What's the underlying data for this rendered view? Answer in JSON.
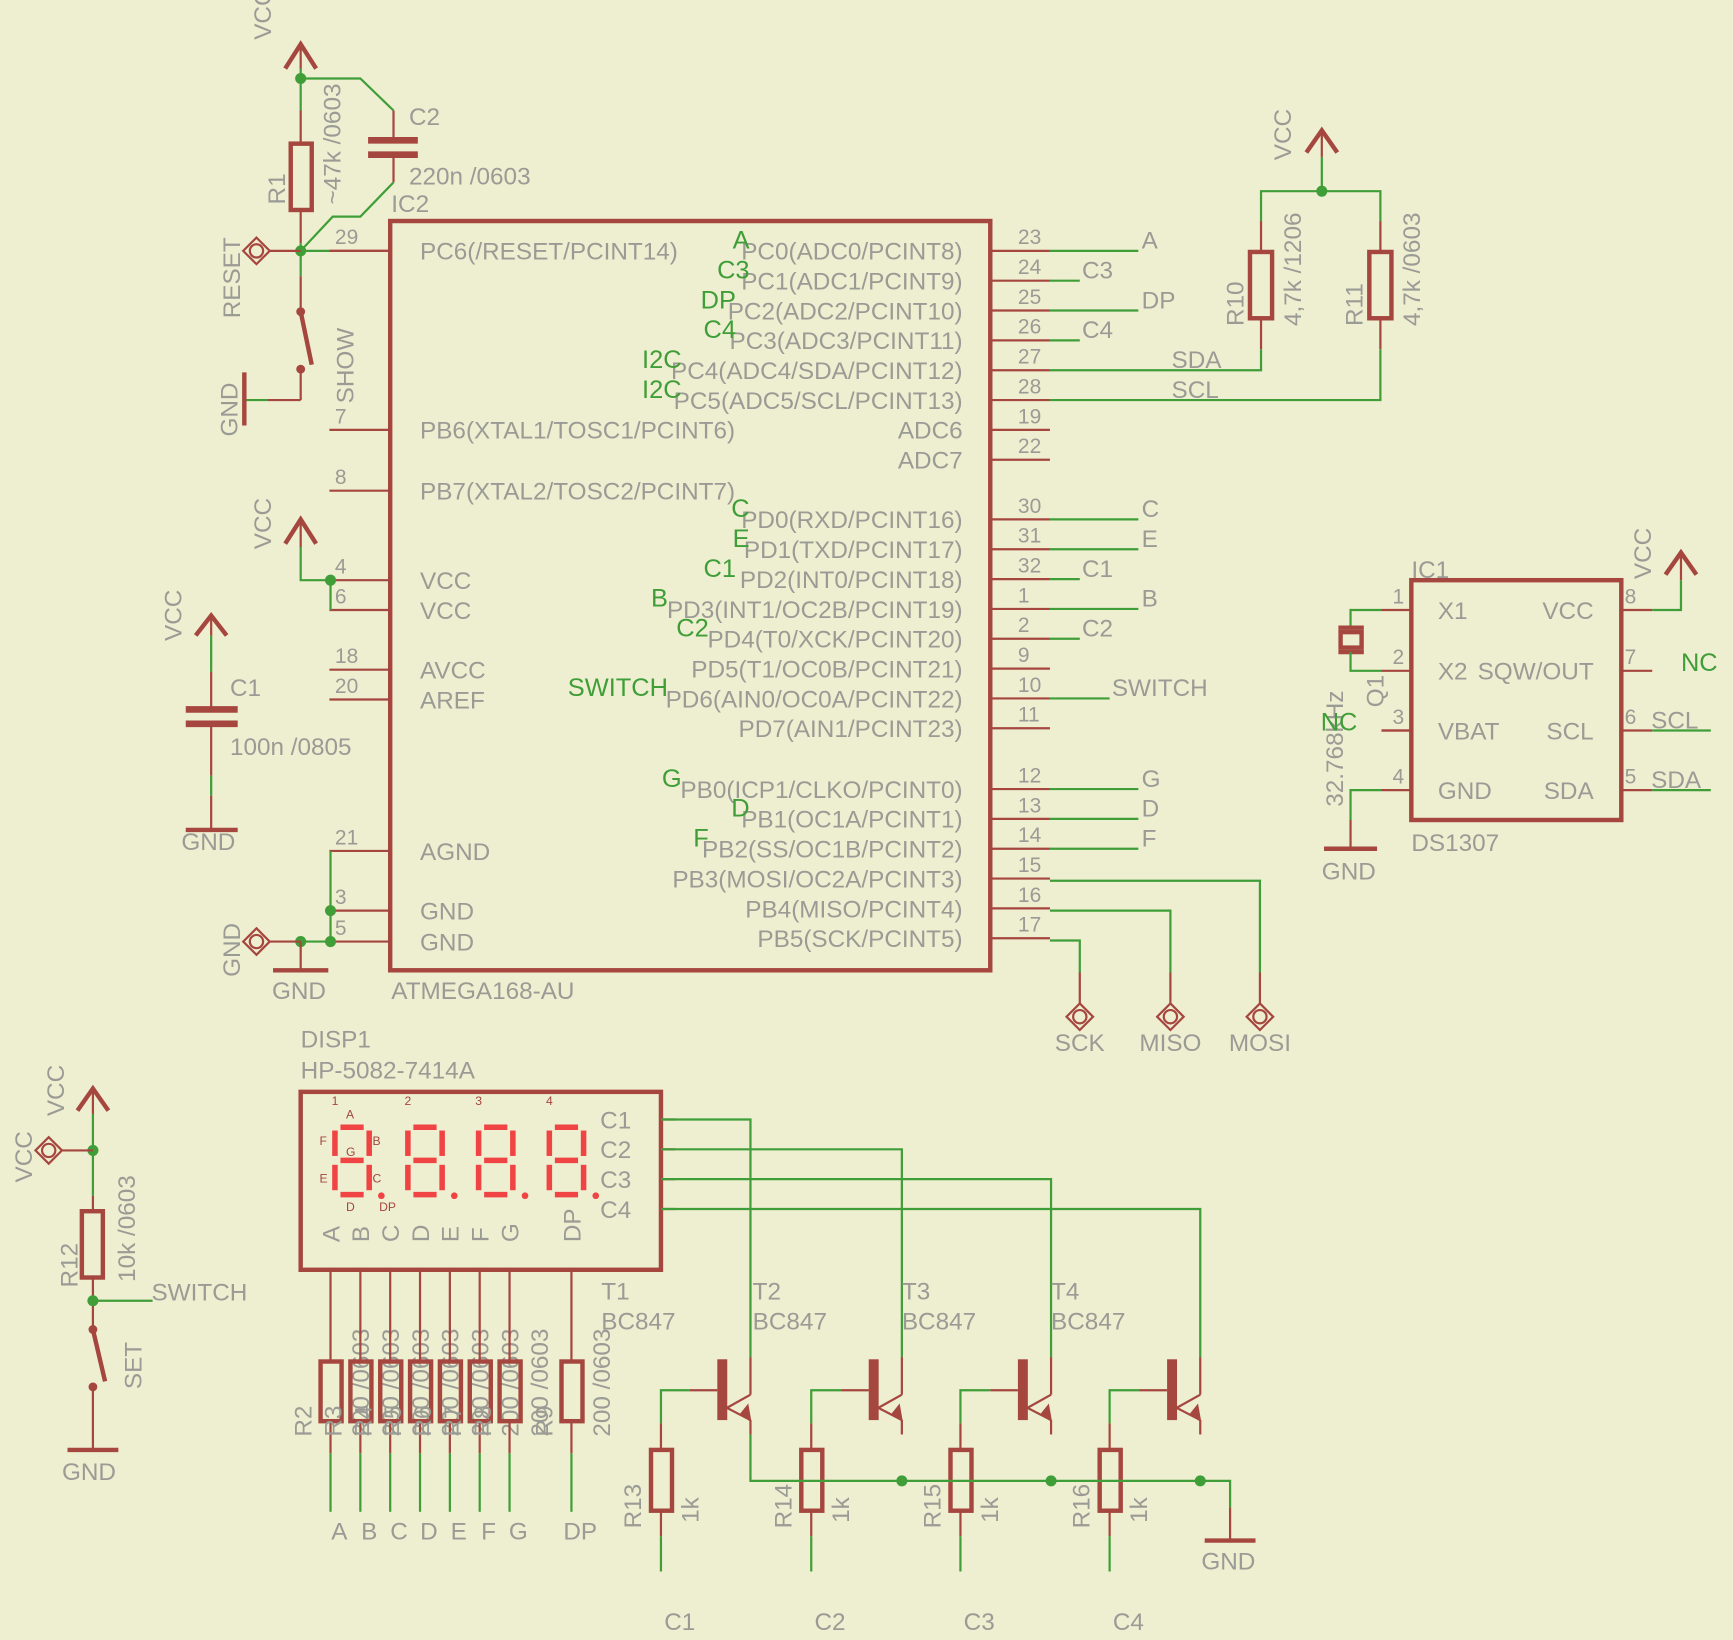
{
  "colors": {
    "background": "#EEEED0",
    "net_wire": "#3F9E38",
    "component_outline": "#A5463F",
    "label_text": "#9B9B96",
    "net_label_text": "#3F9E38",
    "display_segments": "#F04343"
  },
  "reset_circuit": {
    "vcc_label": "VCC",
    "r1_name": "R1",
    "r1_value": "~47k /0603",
    "c2_name": "C2",
    "c2_value": "220n /0603",
    "pad_label": "RESET",
    "switch_label": "SHOW",
    "gnd_label": "GND"
  },
  "mcu": {
    "name": "IC2",
    "part": "ATMEGA168-AU",
    "left_pins": [
      {
        "num": "29",
        "label": "PC6(/RESET/PCINT14)"
      },
      {
        "num": "7",
        "label": "PB6(XTAL1/TOSC1/PCINT6)"
      },
      {
        "num": "8",
        "label": "PB7(XTAL2/TOSC2/PCINT7)"
      },
      {
        "num": "4",
        "label": "VCC"
      },
      {
        "num": "6",
        "label": "VCC"
      },
      {
        "num": "18",
        "label": "AVCC"
      },
      {
        "num": "20",
        "label": "AREF"
      },
      {
        "num": "21",
        "label": "AGND"
      },
      {
        "num": "3",
        "label": "GND"
      },
      {
        "num": "5",
        "label": "GND"
      }
    ],
    "right_pins": [
      {
        "num": "23",
        "label": "PC0(ADC0/PCINT8)",
        "net": "A",
        "net_inside": "A"
      },
      {
        "num": "24",
        "label": "PC1(ADC1/PCINT9)",
        "net": "C3",
        "net_inside": "C3"
      },
      {
        "num": "25",
        "label": "PC2(ADC2/PCINT10)",
        "net": "DP",
        "net_inside": "DP"
      },
      {
        "num": "26",
        "label": "PC3(ADC3/PCINT11)",
        "net": "C4",
        "net_inside": "C4"
      },
      {
        "num": "27",
        "label": "PC4(ADC4/SDA/PCINT12)",
        "net": "SDA",
        "net_inside": "I2C"
      },
      {
        "num": "28",
        "label": "PC5(ADC5/SCL/PCINT13)",
        "net": "SCL",
        "net_inside": "I2C"
      },
      {
        "num": "19",
        "label": "ADC6",
        "net": "",
        "net_inside": ""
      },
      {
        "num": "22",
        "label": "ADC7",
        "net": "",
        "net_inside": ""
      },
      {
        "num": "30",
        "label": "PD0(RXD/PCINT16)",
        "net": "C",
        "net_inside": "C"
      },
      {
        "num": "31",
        "label": "PD1(TXD/PCINT17)",
        "net": "E",
        "net_inside": "E"
      },
      {
        "num": "32",
        "label": "PD2(INT0/PCINT18)",
        "net": "C1",
        "net_inside": "C1"
      },
      {
        "num": "1",
        "label": "PD3(INT1/OC2B/PCINT19)",
        "net": "B",
        "net_inside": "B"
      },
      {
        "num": "2",
        "label": "PD4(T0/XCK/PCINT20)",
        "net": "C2",
        "net_inside": "C2"
      },
      {
        "num": "9",
        "label": "PD5(T1/OC0B/PCINT21)",
        "net": "",
        "net_inside": ""
      },
      {
        "num": "10",
        "label": "PD6(AIN0/OC0A/PCINT22)",
        "net": "SWITCH",
        "net_inside": "SWITCH"
      },
      {
        "num": "11",
        "label": "PD7(AIN1/PCINT23)",
        "net": "",
        "net_inside": ""
      },
      {
        "num": "12",
        "label": "PB0(ICP1/CLKO/PCINT0)",
        "net": "G",
        "net_inside": "G"
      },
      {
        "num": "13",
        "label": "PB1(OC1A/PCINT1)",
        "net": "D",
        "net_inside": "D"
      },
      {
        "num": "14",
        "label": "PB2(SS/OC1B/PCINT2)",
        "net": "F",
        "net_inside": "F"
      },
      {
        "num": "15",
        "label": "PB3(MOSI/OC2A/PCINT3)",
        "net": "",
        "net_inside": ""
      },
      {
        "num": "16",
        "label": "PB4(MISO/PCINT4)",
        "net": "",
        "net_inside": ""
      },
      {
        "num": "17",
        "label": "PB5(SCK/PCINT5)",
        "net": "",
        "net_inside": ""
      }
    ],
    "vcc_label": "VCC",
    "gnd_pad_label": "GND",
    "gnd_label": "GND"
  },
  "decoupling": {
    "vcc_label": "VCC",
    "c1_name": "C1",
    "c1_value": "100n /0805",
    "gnd_label": "GND"
  },
  "i2c_pullups": {
    "vcc_label": "VCC",
    "r10_name": "R10",
    "r10_value": "4,7k /1206",
    "r11_name": "R11",
    "r11_value": "4,7k /0603"
  },
  "isp_pads": [
    "SCK",
    "MISO",
    "MOSI"
  ],
  "rtc": {
    "name": "IC1",
    "part": "DS1307",
    "pins_left": [
      {
        "num": "1",
        "label": "X1"
      },
      {
        "num": "2",
        "label": "X2"
      },
      {
        "num": "3",
        "label": "VBAT"
      },
      {
        "num": "4",
        "label": "GND"
      }
    ],
    "pins_right": [
      {
        "num": "8",
        "label": "VCC"
      },
      {
        "num": "7",
        "label": "SQW/OUT"
      },
      {
        "num": "6",
        "label": "SCL"
      },
      {
        "num": "5",
        "label": "SDA"
      }
    ],
    "vcc_label": "VCC",
    "nc_label": "NC",
    "scl_net": "SCL",
    "sda_net": "SDA",
    "gnd_label": "GND",
    "crystal_name": "Q1",
    "crystal_value": "32.768kHz"
  },
  "display": {
    "name": "DISP1",
    "part": "HP-5082-7414A",
    "digit_numbers": [
      "1",
      "2",
      "3",
      "4"
    ],
    "segment_letters": {
      "a": "A",
      "b": "B",
      "c": "C",
      "d": "D",
      "e": "E",
      "f": "F",
      "g": "G",
      "dp": "DP"
    },
    "bottom_pins": [
      "A",
      "B",
      "C",
      "D",
      "E",
      "F",
      "G",
      "DP"
    ],
    "right_pins": [
      "C1",
      "C2",
      "C3",
      "C4"
    ]
  },
  "segment_resistors": {
    "names": [
      "R2",
      "R3",
      "R4",
      "R5",
      "R6",
      "R7",
      "R8",
      "R9"
    ],
    "value": "200 /0603",
    "nets": [
      "A",
      "B",
      "C",
      "D",
      "E",
      "F",
      "G",
      "DP"
    ]
  },
  "set_switch": {
    "pad_label": "VCC",
    "vcc_label": "VCC",
    "r12_name": "R12",
    "r12_value": "10k /0603",
    "net_label": "SWITCH",
    "switch_label": "SET",
    "gnd_label": "GND"
  },
  "transistors": [
    {
      "name": "T1",
      "part": "BC847",
      "rbase": "R13",
      "rvalue": "1k",
      "net": "C1"
    },
    {
      "name": "T2",
      "part": "BC847",
      "rbase": "R14",
      "rvalue": "1k",
      "net": "C2"
    },
    {
      "name": "T3",
      "part": "BC847",
      "rbase": "R15",
      "rvalue": "1k",
      "net": "C3"
    },
    {
      "name": "T4",
      "part": "BC847",
      "rbase": "R16",
      "rvalue": "1k",
      "net": "C4"
    }
  ],
  "transistor_gnd_label": "GND"
}
